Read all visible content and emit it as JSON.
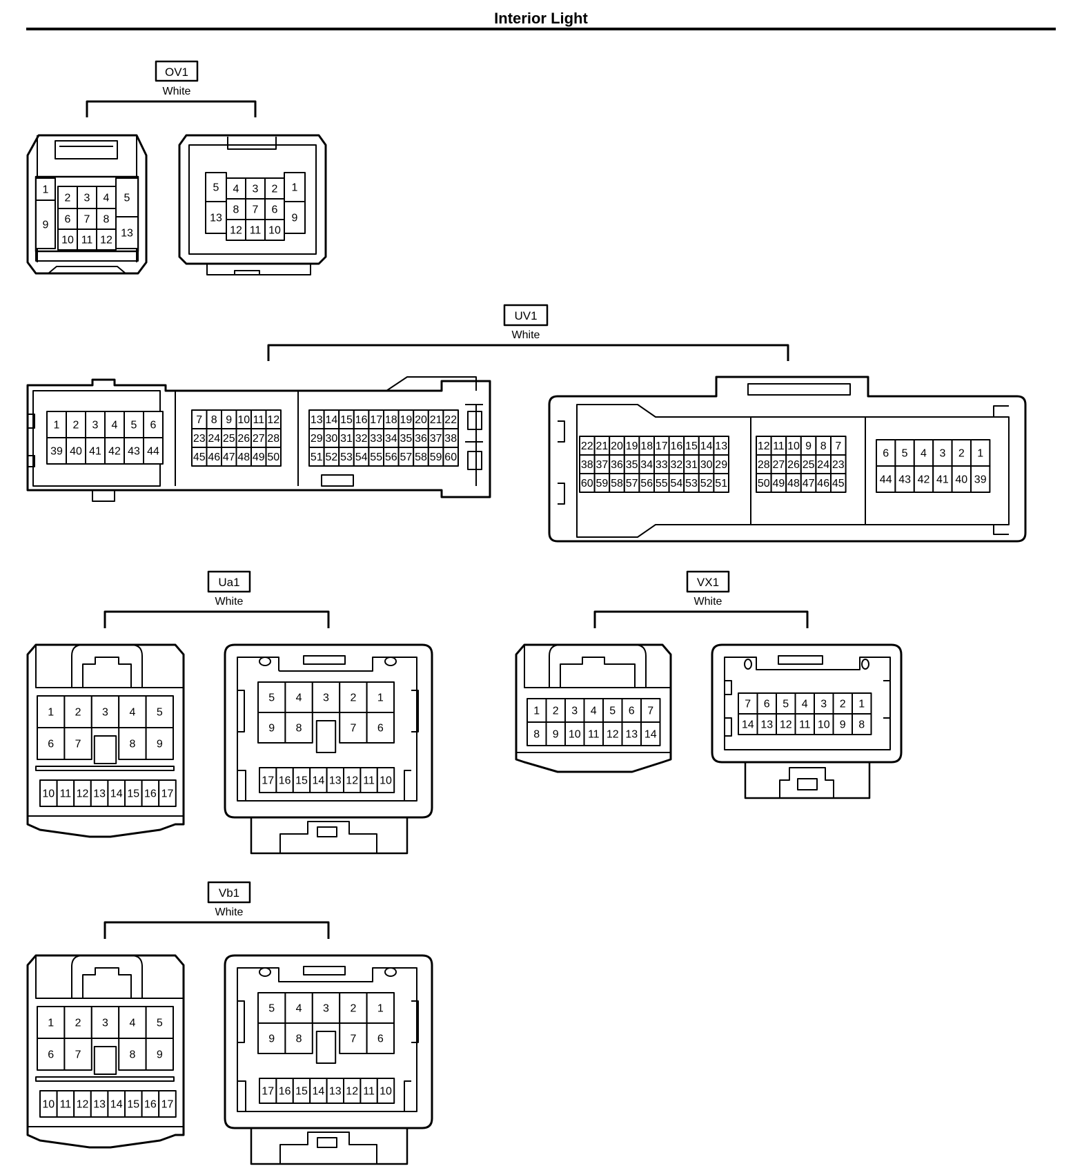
{
  "title": "Interior Light",
  "connectors": [
    {
      "id": "OV1",
      "color": "White",
      "views": [
        {
          "style": "male-small",
          "rows": [
            [
              "1",
              "2",
              "3",
              "4",
              "5"
            ],
            [
              "9",
              "6",
              "7",
              "8",
              "13"
            ],
            [
              "10",
              "11",
              "12"
            ]
          ]
        },
        {
          "style": "female-small",
          "rows": [
            [
              "5",
              "4",
              "3",
              "2",
              "1"
            ],
            [
              "13",
              "8",
              "7",
              "6",
              "9"
            ],
            [
              "12",
              "11",
              "10"
            ]
          ]
        }
      ]
    },
    {
      "id": "UV1",
      "color": "White",
      "views": [
        {
          "style": "long-male",
          "blocks": [
            [
              [
                "1",
                "2",
                "3",
                "4",
                "5",
                "6"
              ],
              [
                "39",
                "40",
                "41",
                "42",
                "43",
                "44"
              ]
            ],
            [
              [
                "7",
                "8",
                "9",
                "10",
                "11",
                "12"
              ],
              [
                "23",
                "24",
                "25",
                "26",
                "27",
                "28"
              ],
              [
                "45",
                "46",
                "47",
                "48",
                "49",
                "50"
              ]
            ],
            [
              [
                "13",
                "14",
                "15",
                "16",
                "17",
                "18",
                "19",
                "20",
                "21",
                "22"
              ],
              [
                "29",
                "30",
                "31",
                "32",
                "33",
                "34",
                "35",
                "36",
                "37",
                "38"
              ],
              [
                "51",
                "52",
                "53",
                "54",
                "55",
                "56",
                "57",
                "58",
                "59",
                "60"
              ]
            ]
          ]
        },
        {
          "style": "long-female",
          "blocks": [
            [
              [
                "22",
                "21",
                "20",
                "19",
                "18",
                "17",
                "16",
                "15",
                "14",
                "13"
              ],
              [
                "38",
                "37",
                "36",
                "35",
                "34",
                "33",
                "32",
                "31",
                "30",
                "29"
              ],
              [
                "60",
                "59",
                "58",
                "57",
                "56",
                "55",
                "54",
                "53",
                "52",
                "51"
              ]
            ],
            [
              [
                "12",
                "11",
                "10",
                "9",
                "8",
                "7"
              ],
              [
                "28",
                "27",
                "26",
                "25",
                "24",
                "23"
              ],
              [
                "50",
                "49",
                "48",
                "47",
                "46",
                "45"
              ]
            ],
            [
              [
                "6",
                "5",
                "4",
                "3",
                "2",
                "1"
              ],
              [
                "44",
                "43",
                "42",
                "41",
                "40",
                "39"
              ]
            ]
          ]
        }
      ]
    },
    {
      "id": "Ua1",
      "color": "White",
      "views": [
        {
          "style": "male-17",
          "rows": [
            [
              "1",
              "2",
              "3",
              "4",
              "5"
            ],
            [
              "6",
              "7",
              "8",
              "9"
            ],
            [
              "10",
              "11",
              "12",
              "13",
              "14",
              "15",
              "16",
              "17"
            ]
          ]
        },
        {
          "style": "female-17",
          "rows": [
            [
              "5",
              "4",
              "3",
              "2",
              "1"
            ],
            [
              "9",
              "8",
              "7",
              "6"
            ],
            [
              "17",
              "16",
              "15",
              "14",
              "13",
              "12",
              "11",
              "10"
            ]
          ]
        }
      ]
    },
    {
      "id": "VX1",
      "color": "White",
      "views": [
        {
          "style": "male-14",
          "rows": [
            [
              "1",
              "2",
              "3",
              "4",
              "5",
              "6",
              "7"
            ],
            [
              "8",
              "9",
              "10",
              "11",
              "12",
              "13",
              "14"
            ]
          ]
        },
        {
          "style": "female-14",
          "rows": [
            [
              "7",
              "6",
              "5",
              "4",
              "3",
              "2",
              "1"
            ],
            [
              "14",
              "13",
              "12",
              "11",
              "10",
              "9",
              "8"
            ]
          ]
        }
      ]
    },
    {
      "id": "Vb1",
      "color": "White",
      "views": [
        {
          "style": "male-17",
          "rows": [
            [
              "1",
              "2",
              "3",
              "4",
              "5"
            ],
            [
              "6",
              "7",
              "8",
              "9"
            ],
            [
              "10",
              "11",
              "12",
              "13",
              "14",
              "15",
              "16",
              "17"
            ]
          ]
        },
        {
          "style": "female-17",
          "rows": [
            [
              "5",
              "4",
              "3",
              "2",
              "1"
            ],
            [
              "9",
              "8",
              "7",
              "6"
            ],
            [
              "17",
              "16",
              "15",
              "14",
              "13",
              "12",
              "11",
              "10"
            ]
          ]
        }
      ]
    }
  ]
}
